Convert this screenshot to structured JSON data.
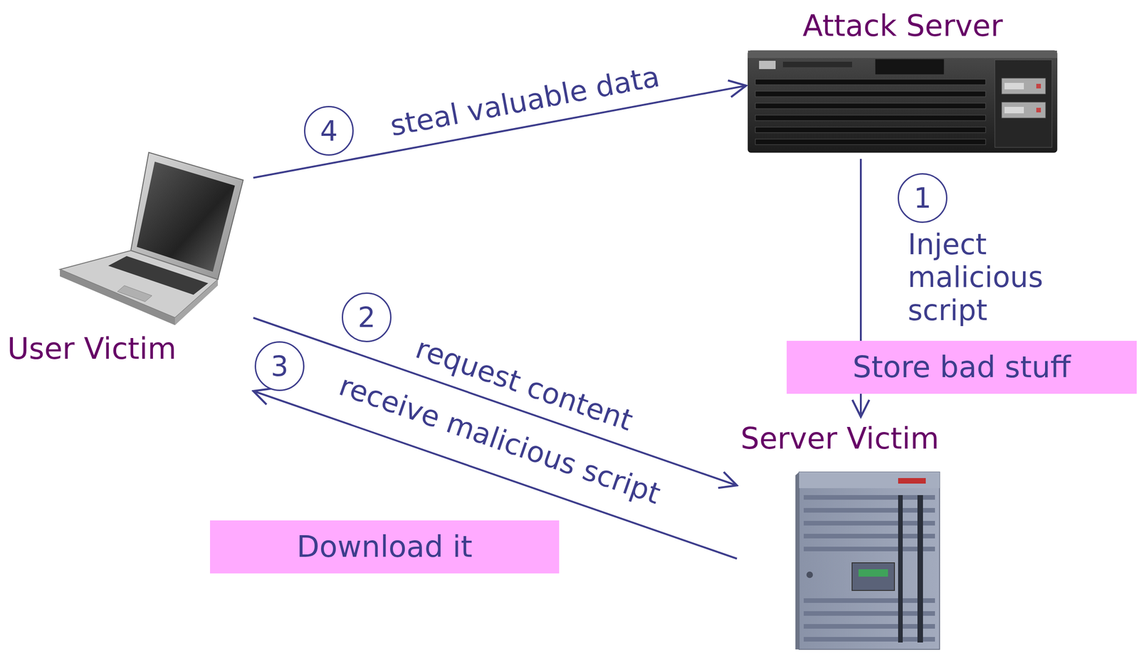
{
  "diagram": {
    "nodes": [
      {
        "text": [
          "Attack Server"
        ]
      },
      {
        "text": [
          "User Victim"
        ]
      },
      {
        "text": [
          "Server Victim"
        ]
      },
      {
        "text": [
          "Store bad stuff"
        ]
      },
      {
        "text": [
          "Download it"
        ]
      }
    ],
    "edges": [
      {
        "from": 0,
        "to": 2,
        "arrow": "to",
        "label": "Inject malicious script"
      },
      {
        "from": 1,
        "to": 2,
        "arrow": "to",
        "label": "request content"
      },
      {
        "from": 2,
        "to": 1,
        "arrow": "to",
        "label": "receive malicious script"
      },
      {
        "from": 1,
        "to": 0,
        "arrow": "to",
        "label": "steal valuable data"
      }
    ],
    "labels": [
      "1",
      "2",
      "3",
      "4"
    ]
  }
}
